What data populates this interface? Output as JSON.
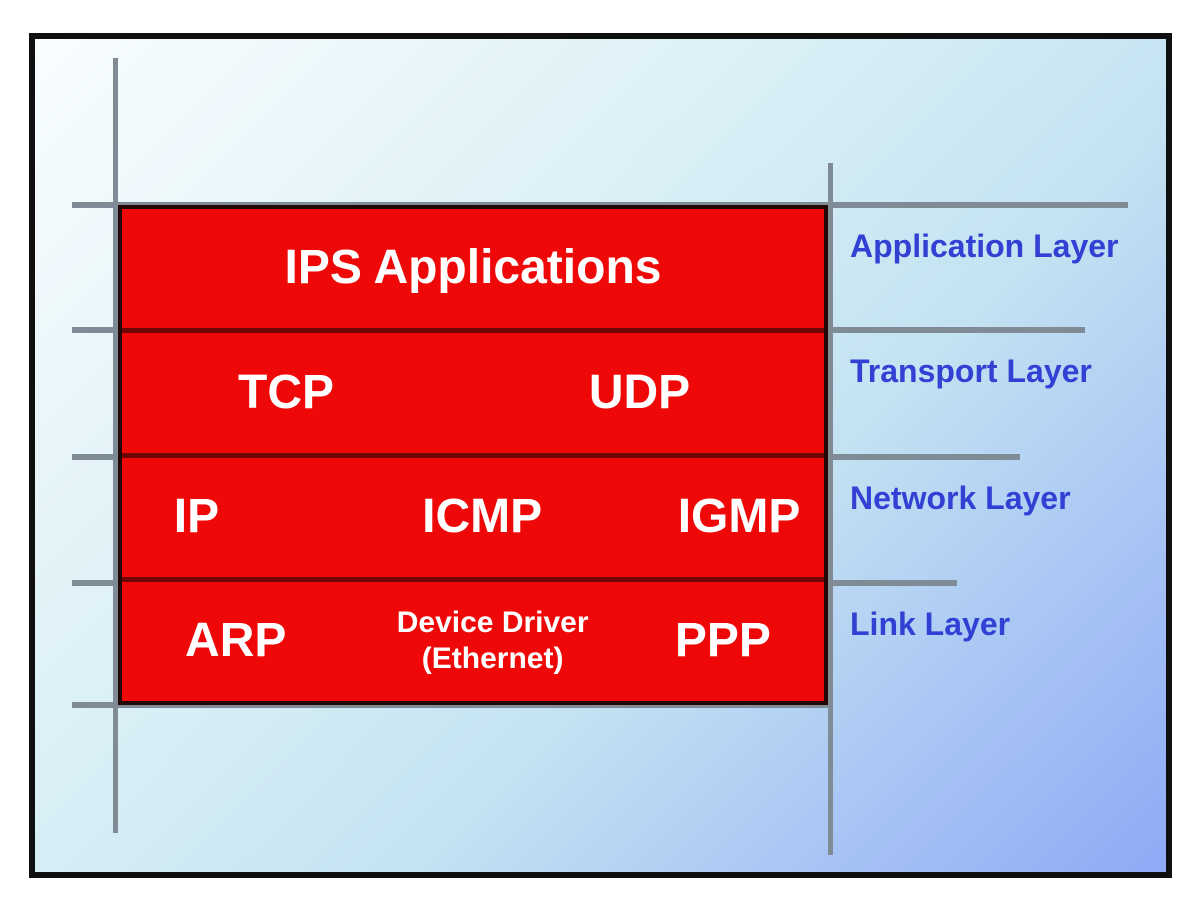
{
  "colors": {
    "box_red": "#ee0808",
    "box_divider_dark_red": "#6e0404",
    "box_border_dark": "#230707",
    "box_text_white": "#ffffff",
    "layer_label_blue": "#3240d4",
    "guide_line_gray": "#7f8c95",
    "frame_border_black": "#0f0f0f",
    "background_gradient_top_left": "#f9fdfe",
    "background_gradient_mid": "#cdecf5",
    "background_gradient_bottom_right": "#8fa9f6"
  },
  "stack": {
    "application_row": {
      "label": "IPS Applications"
    },
    "transport_row": {
      "tcp": "TCP",
      "udp": "UDP"
    },
    "network_row": {
      "ip": "IP",
      "icmp": "ICMP",
      "igmp": "IGMP"
    },
    "link_row": {
      "arp": "ARP",
      "device_driver_line1": "Device Driver",
      "device_driver_line2": "(Ethernet)",
      "ppp": "PPP"
    }
  },
  "layer_labels": [
    {
      "label": "Application Layer"
    },
    {
      "label": "Transport Layer"
    },
    {
      "label": "Network Layer"
    },
    {
      "label": "Link Layer"
    }
  ]
}
